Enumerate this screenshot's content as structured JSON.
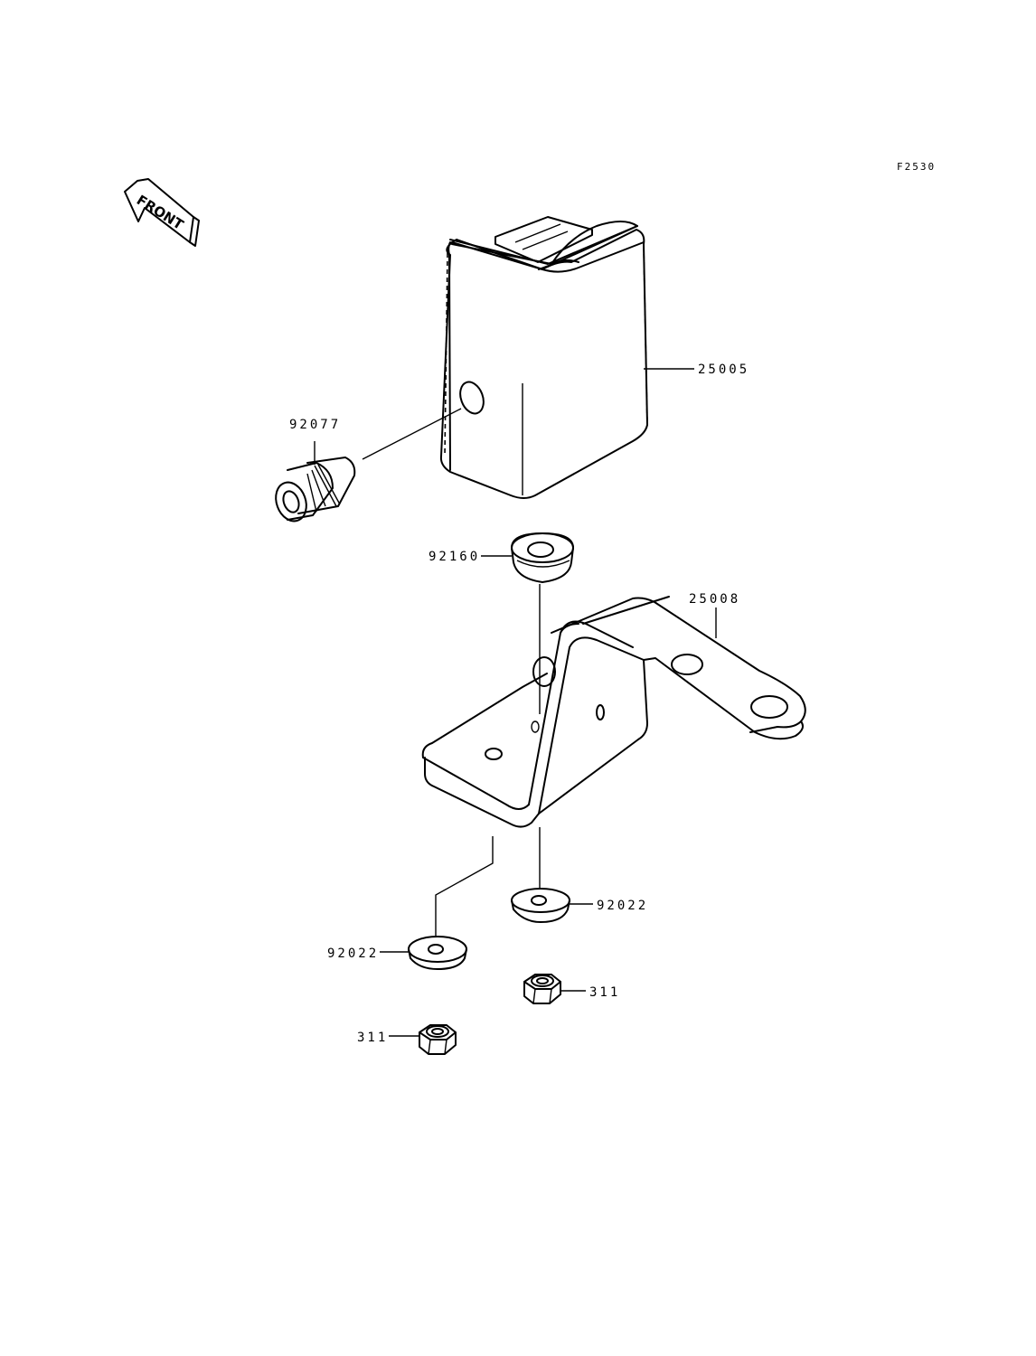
{
  "diagram": {
    "code": "F2530",
    "front_label": "FRONT",
    "parts": {
      "case": "25005",
      "bracket": "25008",
      "fitting": "92077",
      "grommet": "92160",
      "washer_right": "92022",
      "washer_left": "92022",
      "nut_right": "311",
      "nut_left": "311"
    }
  }
}
